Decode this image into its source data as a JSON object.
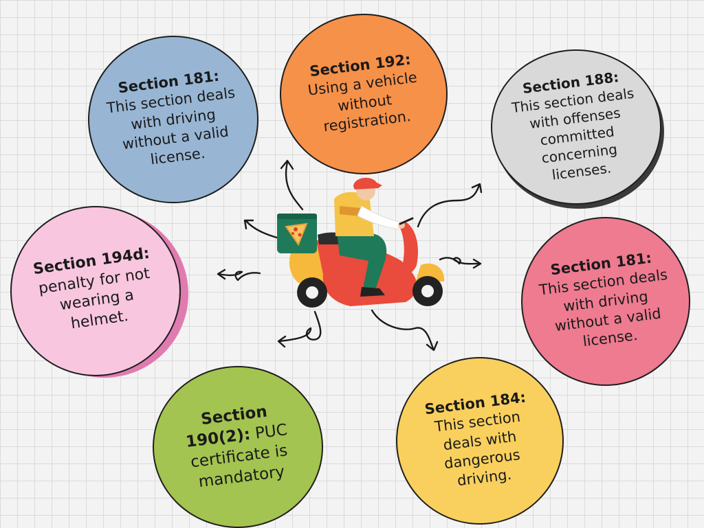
{
  "sections": [
    {
      "id": "s181-top",
      "title": "Section 181:",
      "body": "This section deals with driving without a valid license.",
      "color": "#98b6d4"
    },
    {
      "id": "s192",
      "title": "Section 192:",
      "body": "Using a vehicle without registration.",
      "color": "#f6914a"
    },
    {
      "id": "s188",
      "title": "Section 188:",
      "body": "This section deals with offenses committed concerning licenses.",
      "color": "#d9d9d9"
    },
    {
      "id": "s194d",
      "title": "Section 194d:",
      "body": "penalty for not wearing a helmet.",
      "color": "#f9c6df"
    },
    {
      "id": "s181-right",
      "title": "Section 181:",
      "body": "This section deals with driving without a valid license.",
      "color": "#ee7b90"
    },
    {
      "id": "s190",
      "title": "Section 190(2):",
      "body": "PUC certificate is mandatory",
      "color": "#a3c450"
    },
    {
      "id": "s184",
      "title": "Section 184:",
      "body": "This section deals with dangerous driving.",
      "color": "#f9d05e"
    }
  ],
  "center_image": {
    "icon": "scooter-delivery-rider-icon",
    "box_icon": "pizza-icon"
  }
}
